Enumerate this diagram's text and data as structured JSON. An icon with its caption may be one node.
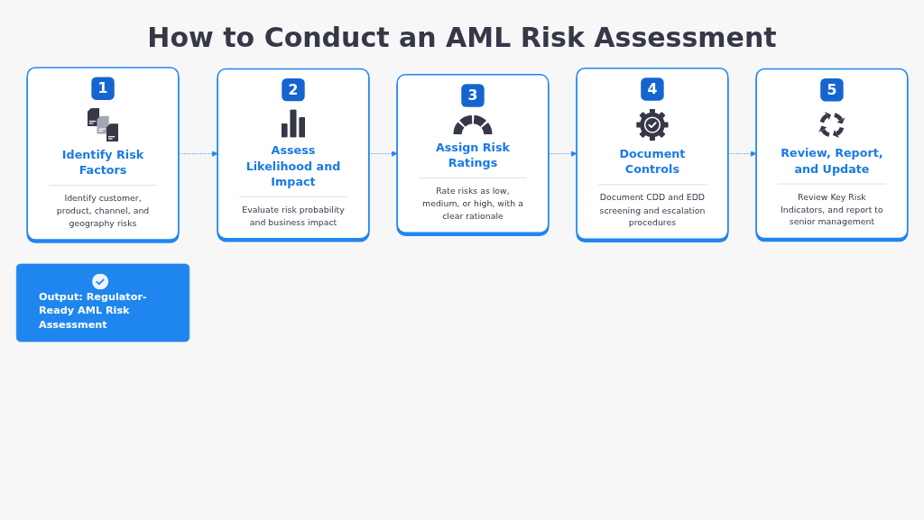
{
  "diagram": {
    "title": "How to Conduct an AML Risk Assessment",
    "nodes": [
      {
        "text": [
          "1",
          "Identify Risk Factors",
          "Identify customer, product, channel, and geography risks"
        ]
      },
      {
        "text": [
          "2",
          "Assess Likelihood and Impact",
          "Evaluate risk probability and business impact"
        ]
      },
      {
        "text": [
          "3",
          "Assign Risk Ratings",
          "Rate risks as low, medium, or high, with a clear rationale"
        ]
      },
      {
        "text": [
          "4",
          "Document Controls",
          "Document CDD and EDD screening and escalation procedures"
        ]
      },
      {
        "text": [
          "5",
          "Review, Report, and Update",
          "Review Key Risk Indicators, and report to senior management"
        ]
      },
      {
        "text": [
          "Output: Regulator-Ready AML Risk Assessment"
        ]
      }
    ],
    "edges": [
      {
        "from": 0,
        "to": 1,
        "arrow": "to",
        "style": "dashed"
      },
      {
        "from": 1,
        "to": 2,
        "arrow": "to",
        "style": "dashed"
      },
      {
        "from": 2,
        "to": 3,
        "arrow": "to",
        "style": "dashed"
      },
      {
        "from": 3,
        "to": 4,
        "arrow": "to",
        "style": "dashed"
      }
    ]
  }
}
